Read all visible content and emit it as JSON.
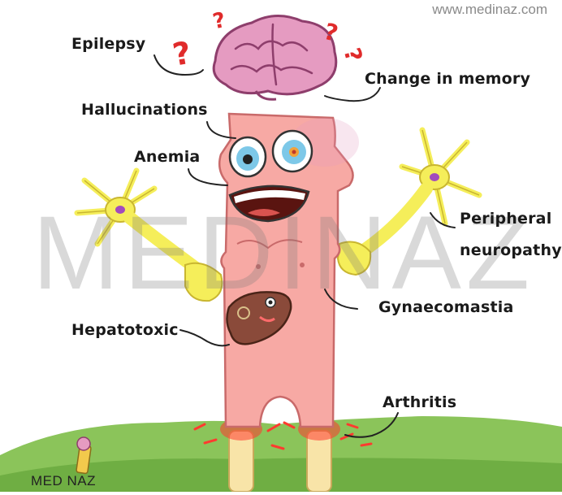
{
  "site_url": "www.medinaz.com",
  "watermark": "MEDINAZ",
  "logo_text": "MED NAZ",
  "labels": {
    "epilepsy": "Epilepsy",
    "change_in_memory": "Change in memory",
    "hallucinations": "Hallucinations",
    "anemia": "Anemia",
    "peripheral": "Peripheral",
    "neuropathy": "neuropathy",
    "gynaecomastia": "Gynaecomastia",
    "hepatotoxic": "Hepatotoxic",
    "arthritis": "Arthritis"
  },
  "colors": {
    "brain": "#e59bc1",
    "body": "#f7a9a4",
    "neuron": "#f5ee5a",
    "liver": "#8a4a3a",
    "grass": "#8bc45a",
    "bone": "#f8e4a8",
    "inflammation": "#ff3b2f"
  }
}
